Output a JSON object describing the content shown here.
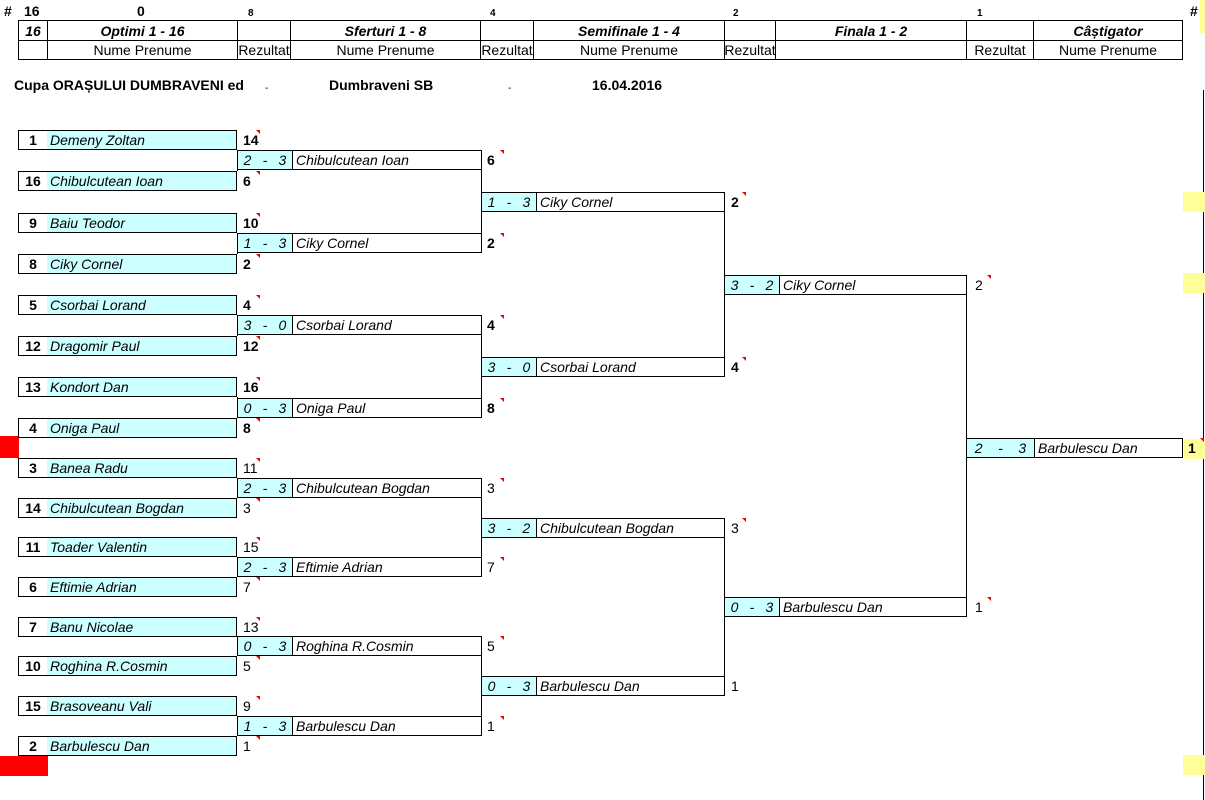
{
  "header": {
    "hash_left": "#",
    "hash_right": "#",
    "count": "16",
    "zero": "0",
    "round_sizes": [
      "8",
      "4",
      "2",
      "1"
    ],
    "corner": "16",
    "rounds": [
      "Optimi 1 - 16",
      "Sferturi 1 - 8",
      "Semifinale 1 - 4",
      "Finala 1 - 2",
      "Câștigator"
    ],
    "name_label": "Nume Prenume",
    "result_label": "Rezultat"
  },
  "info": {
    "competition": "Cupa ORAȘULUI DUMBRAVENI ed",
    "dash1": "-",
    "location": "Dumbraveni SB",
    "dash2": "-",
    "date": "16.04.2016"
  },
  "players": [
    {
      "seed": "1",
      "name": "Demeny Zoltan",
      "score": "14"
    },
    {
      "seed": "16",
      "name": "Chibulcutean Ioan",
      "score": "6"
    },
    {
      "seed": "9",
      "name": "Baiu Teodor",
      "score": "10"
    },
    {
      "seed": "8",
      "name": "Ciky Cornel",
      "score": "2"
    },
    {
      "seed": "5",
      "name": "Csorbai Lorand",
      "score": "4"
    },
    {
      "seed": "12",
      "name": "Dragomir Paul",
      "score": "12"
    },
    {
      "seed": "13",
      "name": "Kondort Dan",
      "score": "16"
    },
    {
      "seed": "4",
      "name": "Oniga Paul",
      "score": "8"
    },
    {
      "seed": "3",
      "name": "Banea Radu",
      "score": "11"
    },
    {
      "seed": "14",
      "name": "Chibulcutean Bogdan",
      "score": "3"
    },
    {
      "seed": "11",
      "name": "Toader Valentin",
      "score": "15"
    },
    {
      "seed": "6",
      "name": "Eftimie Adrian",
      "score": "7"
    },
    {
      "seed": "7",
      "name": "Banu Nicolae",
      "score": "13"
    },
    {
      "seed": "10",
      "name": "Roghina R.Cosmin",
      "score": "5"
    },
    {
      "seed": "15",
      "name": "Brasoveanu Vali",
      "score": "9"
    },
    {
      "seed": "2",
      "name": "Barbulescu Dan",
      "score": "1"
    }
  ],
  "quarters": [
    {
      "s1": "2",
      "s2": "3",
      "name": "Chibulcutean Ioan",
      "score": "6"
    },
    {
      "s1": "1",
      "s2": "3",
      "name": "Ciky Cornel",
      "score": "2"
    },
    {
      "s1": "3",
      "s2": "0",
      "name": "Csorbai Lorand",
      "score": "4"
    },
    {
      "s1": "0",
      "s2": "3",
      "name": "Oniga Paul",
      "score": "8"
    },
    {
      "s1": "2",
      "s2": "3",
      "name": "Chibulcutean Bogdan",
      "score": "3"
    },
    {
      "s1": "2",
      "s2": "3",
      "name": "Eftimie Adrian",
      "score": "7"
    },
    {
      "s1": "0",
      "s2": "3",
      "name": "Roghina R.Cosmin",
      "score": "5"
    },
    {
      "s1": "1",
      "s2": "3",
      "name": "Barbulescu Dan",
      "score": "1"
    }
  ],
  "semis": [
    {
      "s1": "1",
      "s2": "3",
      "name": "Ciky Cornel",
      "score": "2"
    },
    {
      "s1": "3",
      "s2": "0",
      "name": "Csorbai Lorand",
      "score": "4"
    },
    {
      "s1": "3",
      "s2": "2",
      "name": "Chibulcutean Bogdan",
      "score": "3"
    },
    {
      "s1": "0",
      "s2": "3",
      "name": "Barbulescu Dan",
      "score": "1"
    }
  ],
  "finals": [
    {
      "s1": "3",
      "s2": "2",
      "name": "Ciky Cornel",
      "score": "2"
    },
    {
      "s1": "0",
      "s2": "3",
      "name": "Barbulescu Dan",
      "score": "1"
    }
  ],
  "winner": {
    "s1": "2",
    "s2": "3",
    "name": "Barbulescu Dan",
    "place": "1"
  },
  "dash": "-",
  "colors": {
    "cyan": "#ccffff",
    "yellow": "#ffff99",
    "red": "#ff0000",
    "comment": "#e00000"
  }
}
